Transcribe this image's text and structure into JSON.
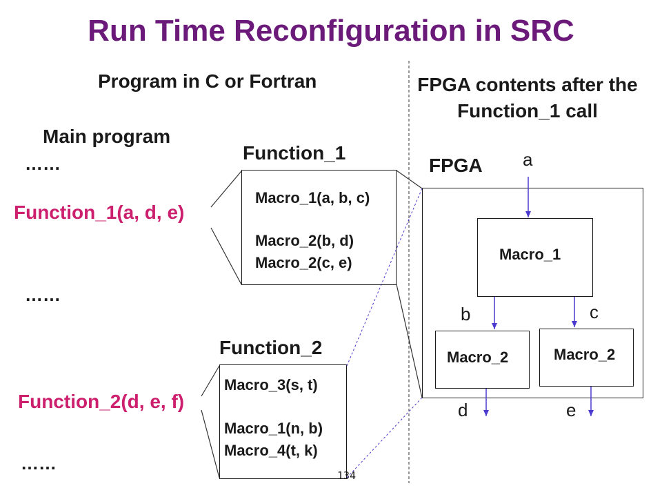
{
  "title": "Run Time Reconfiguration in SRC",
  "left_heading": "Program in C or Fortran",
  "right_heading": "FPGA contents after the Function_1 call",
  "main_program": {
    "label": "Main program",
    "ellipsis": "……",
    "call1": "Function_1(a, d, e)",
    "call2": "Function_2(d, e, f)"
  },
  "function1": {
    "label": "Function_1",
    "lines": [
      "Macro_1(a, b, c)",
      "Macro_2(b, d)",
      "Macro_2(c, e)"
    ]
  },
  "function2": {
    "label": "Function_2",
    "lines": [
      "Macro_3(s, t)",
      "Macro_1(n, b)",
      "Macro_4(t, k)"
    ]
  },
  "fpga": {
    "label": "FPGA",
    "macro1": "Macro_1",
    "macro2_left": "Macro_2",
    "macro2_right": "Macro_2",
    "signals": {
      "a": "a",
      "b": "b",
      "c": "c",
      "d": "d",
      "e": "e"
    }
  },
  "page_number": "134"
}
